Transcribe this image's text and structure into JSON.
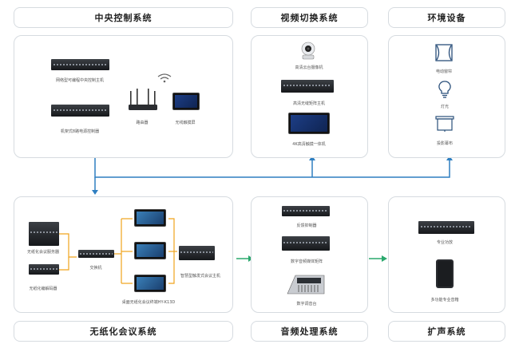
{
  "central": {
    "title": "中央控制系统",
    "devices": {
      "host": "网络型可编程中央控制主机",
      "power": "机架式8路电源控制器",
      "router": "路由器",
      "touchscreen": "无线触摸屏"
    }
  },
  "video": {
    "title": "视频切换系统",
    "devices": {
      "camera": "高清云台摄像机",
      "matrix": "高清无缝矩阵主机",
      "display": "4K高清触摸一体机"
    }
  },
  "environment": {
    "title": "环境设备",
    "devices": {
      "curtain": "电动窗帘",
      "light": "灯光",
      "projector_screen": "投影幕布"
    }
  },
  "paperless": {
    "title": "无纸化会议系统",
    "devices": {
      "server": "无纸化会议服务器",
      "decoder": "无纸化编解码器",
      "switch": "交换机",
      "desktop_terminal": "桌面无纸化会议终端HY-K13D",
      "conference_host": "智慧型触发式会议主机"
    }
  },
  "audio": {
    "title": "音频处理系统",
    "devices": {
      "feedback": "反馈抑制器",
      "audio_matrix": "数字音频媒体矩阵",
      "mixer": "数字调音台"
    }
  },
  "pa": {
    "title": "扩声系统",
    "devices": {
      "amplifier": "专业功放",
      "speaker": "多功能专业音箱"
    }
  },
  "colors": {
    "blue_line": "#2f7fc1",
    "green_arrow": "#2aa86d",
    "border": "#d6dbe0"
  }
}
